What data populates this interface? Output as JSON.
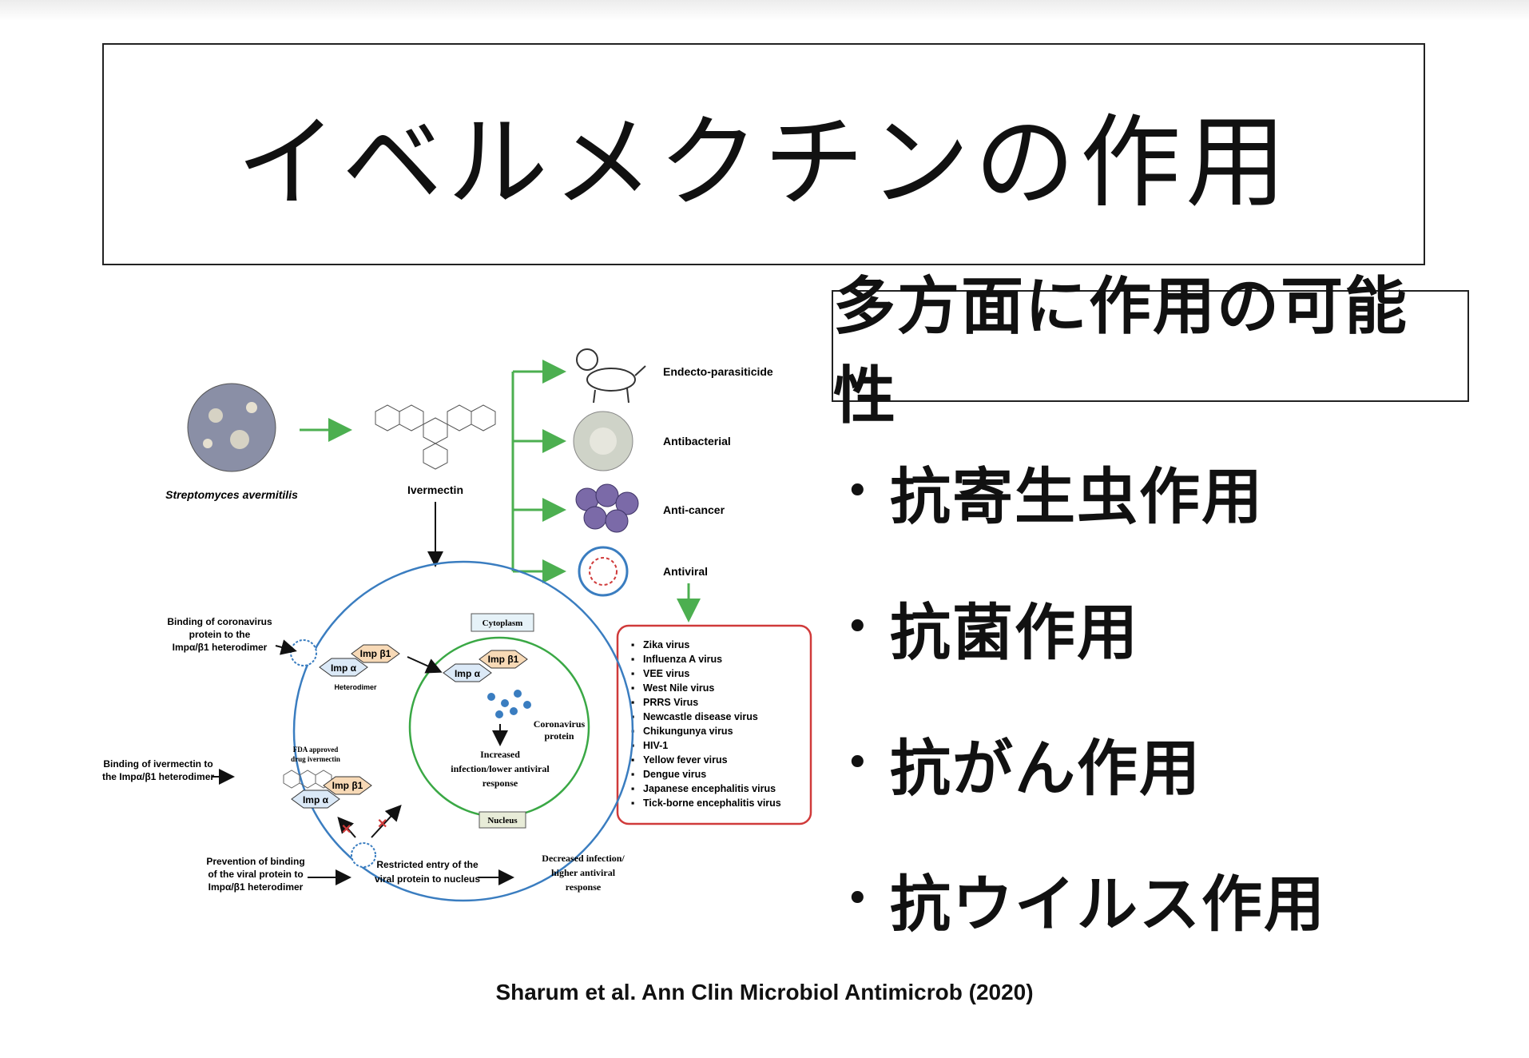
{
  "slide": {
    "title": "イベルメクチンの作用",
    "subtitle": "多方面に作用の可能性",
    "effects": [
      "抗寄生虫作用",
      "抗菌作用",
      "抗がん作用",
      "抗ウイルス作用"
    ],
    "bullet": "•",
    "citation": "Sharum et al. Ann Clin Microbiol Antimicrob (2020)"
  },
  "figure": {
    "organism": "Streptomyces avermitilis",
    "drug": "Ivermectin",
    "uses": [
      "Endecto-parasiticide",
      "Antibacterial",
      "Anti-cancer",
      "Antiviral"
    ],
    "viruses": [
      "Zika virus",
      "Influenza A virus",
      "VEE virus",
      "West Nile virus",
      "PRRS Virus",
      "Newcastle disease virus",
      "Chikungunya virus",
      "HIV-1",
      "Yellow fever virus",
      "Dengue virus",
      "Japanese encephalitis virus",
      "Tick-borne encephalitis virus"
    ],
    "cytoplasm": "Cytoplasm",
    "nucleus": "Nucleus",
    "imp_a": "Imp α",
    "imp_b": "Imp β1",
    "heterodimer": "Heterodimer",
    "binding_coronavirus": [
      "Binding of coronavirus",
      "protein to the",
      "Impα/β1 heterodimer"
    ],
    "binding_ivermectin": [
      "Binding of ivermectin to",
      "the Impα/β1 heterodimer"
    ],
    "fda": [
      "FDA approved",
      "drug ivermectin"
    ],
    "prevention": [
      "Prevention of binding",
      "of the viral protein to",
      "Impα/β1 heterodimer"
    ],
    "restricted": [
      "Restricted entry of the",
      "viral protein to nucleus"
    ],
    "coronavirus_protein": [
      "Coronavirus",
      "protein"
    ],
    "increased": [
      "Increased",
      "infection/lower antiviral",
      "response"
    ],
    "decreased": [
      "Decreased infection/",
      "higher antiviral",
      "response"
    ]
  },
  "colors": {
    "green_arrow": "#4caf50",
    "blue_circle": "#3a7dc0",
    "nucleus_circle": "#3aa845",
    "virus_box": "#d03a3a",
    "imp_a_fill": "#dbe9f7",
    "imp_b_fill": "#f7d9b6"
  }
}
